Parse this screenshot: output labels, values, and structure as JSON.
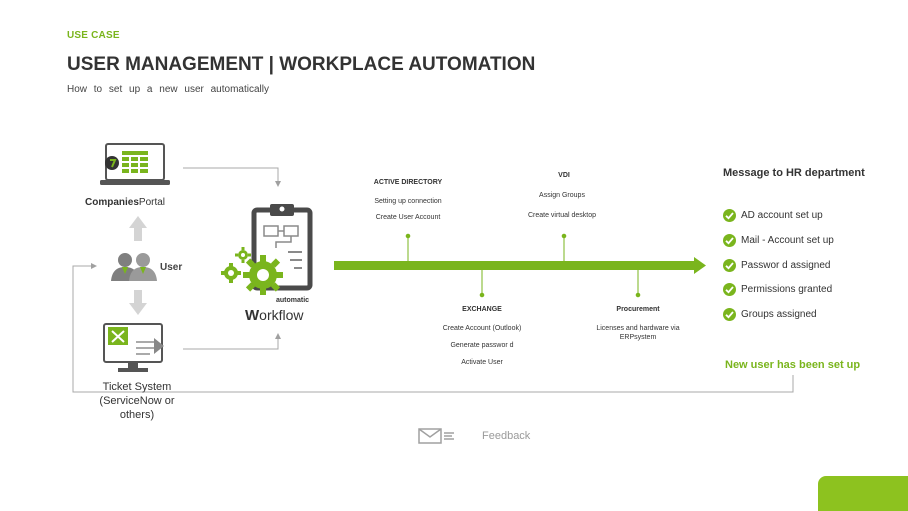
{
  "header": {
    "kicker": "USE CASE",
    "title": "USER MANAGEMENT | WORKPLACE AUTOMATION",
    "subtitle": "How to set up a new user automatically"
  },
  "left": {
    "portal_bold": "Companies",
    "portal_rest": "Portal",
    "user_label": "User",
    "ticket_label": "Ticket System (ServiceNow or others)"
  },
  "workflow": {
    "small_label": "automatic",
    "first_letter": "W",
    "rest": "orkflow"
  },
  "steps": {
    "active_directory": {
      "title": "ACTIVE DIRECTORY",
      "items": [
        "Setting up connection",
        "Create User Account"
      ]
    },
    "vdi": {
      "title": "VDI",
      "items": [
        "Assign Groups",
        "Create virtual desktop"
      ]
    },
    "exchange": {
      "title": "EXCHANGE",
      "items": [
        "Create Account (Outlook)",
        "Generate passwor d",
        "Activate User"
      ]
    },
    "procurement": {
      "title": "Procurement",
      "items": [
        "Licenses and hardware via",
        "ERPsystem"
      ]
    }
  },
  "hr": {
    "title": "Message to HR department",
    "items": [
      "AD account set up",
      "Mail - Account set up",
      "Passwor d assigned",
      "Permissions granted",
      "Groups assigned"
    ],
    "done": "New user has been set up"
  },
  "feedback": {
    "label": "Feedback"
  },
  "colors": {
    "accent": "#7ab51d",
    "arrow_gray": "#a0a0a0",
    "icon_gray": "#5a5a5a"
  },
  "icons": [
    "laptop-portal-icon",
    "users-icon",
    "ticket-monitor-icon",
    "clipboard-workflow-icon",
    "gear-icon",
    "check-icon",
    "mail-icon"
  ]
}
